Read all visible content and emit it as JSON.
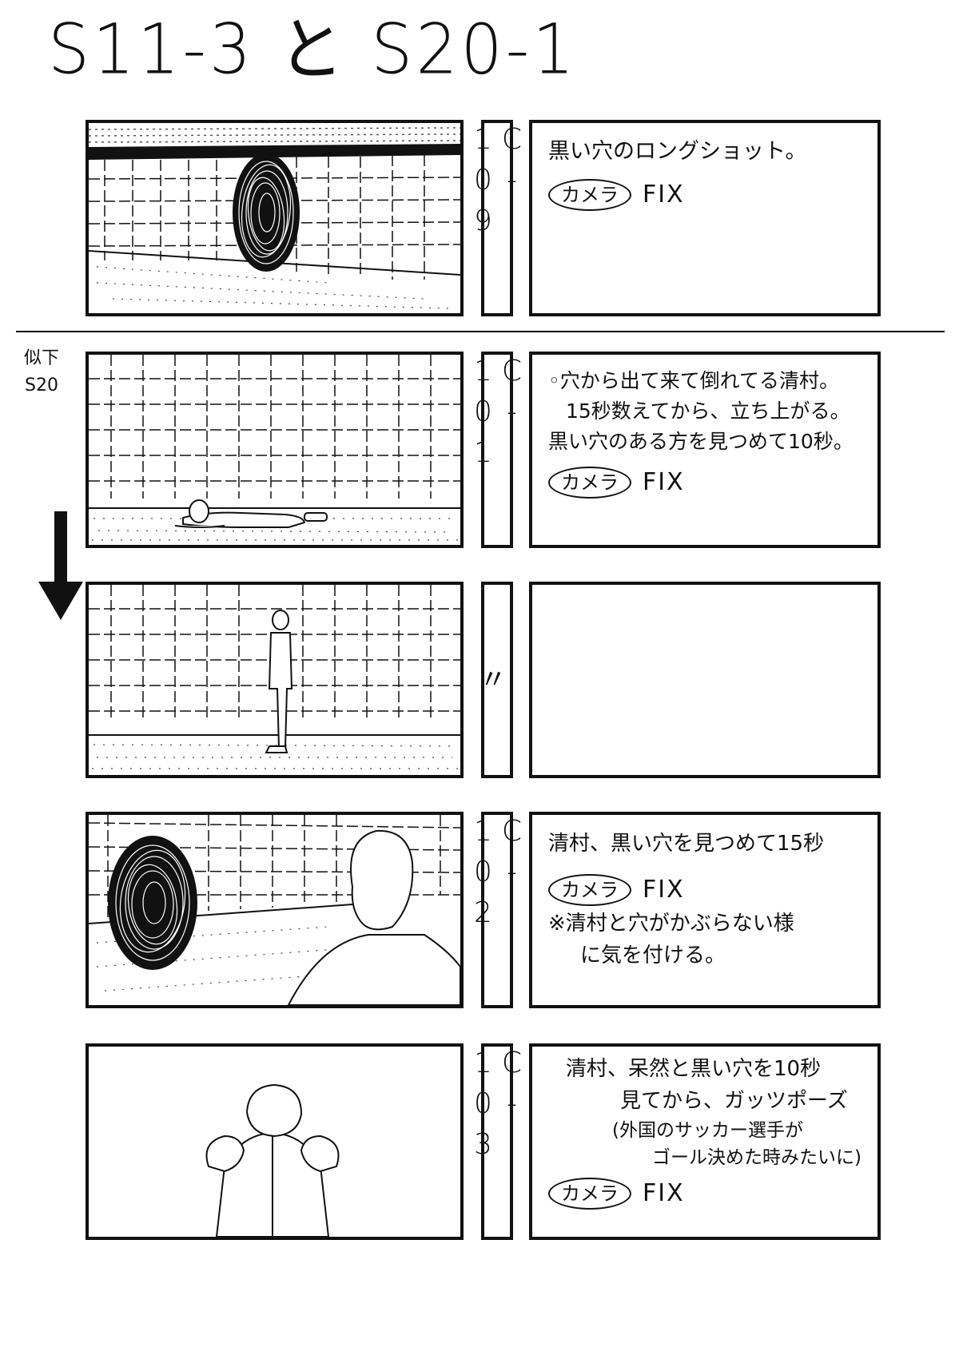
{
  "page": {
    "title": "S11-3 と S20-1"
  },
  "scene_note": {
    "line1": "似下",
    "line2": "S20"
  },
  "rows": [
    {
      "cut": "C-109",
      "desc": [
        "黒い穴のロングショット。"
      ],
      "camera_label": "カメラ",
      "camera_value": "FIX"
    },
    {
      "cut": "C-101",
      "desc": [
        "◦穴から出て来て倒れてる清村。",
        "15秒数えてから、立ち上がる。",
        "黒い穴のある方を見つめて10秒。"
      ],
      "camera_label": "カメラ",
      "camera_value": "FIX"
    },
    {
      "cut": "〃",
      "desc": [],
      "camera_label": "",
      "camera_value": ""
    },
    {
      "cut": "C-102",
      "desc": [
        "清村、黒い穴を見つめて15秒"
      ],
      "camera_label": "カメラ",
      "camera_value": "FIX",
      "notes": [
        "※清村と穴がかぶらない様",
        "に気を付ける。"
      ]
    },
    {
      "cut": "C-103",
      "desc": [
        "清村、呆然と黒い穴を10秒",
        "見てから、ガッツポーズ",
        "(外国のサッカー選手が",
        "ゴール決めた時みたいに)"
      ],
      "camera_label": "カメラ",
      "camera_value": "FIX"
    }
  ]
}
